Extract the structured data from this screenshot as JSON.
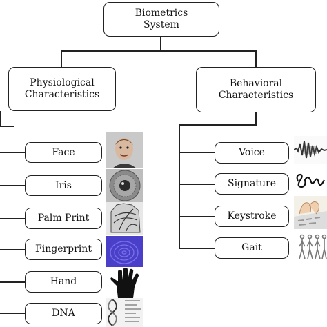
{
  "root": {
    "line1": "Biometrics",
    "line2": "System"
  },
  "physiological": {
    "line1": "Physiological",
    "line2": "Characteristics",
    "items": [
      "Face",
      "Iris",
      "Palm Print",
      "Fingerprint",
      "Hand",
      "DNA"
    ]
  },
  "behavioral": {
    "line1": "Behavioral",
    "line2": "Characteristics",
    "items": [
      "Voice",
      "Signature",
      "Keystroke",
      "Gait"
    ]
  },
  "images": {
    "physiological": [
      "face-photo",
      "iris-image",
      "palm-print-image",
      "fingerprint-image",
      "hand-icon",
      "dna-image"
    ],
    "behavioral": [
      "voice-waveform",
      "signature-image",
      "keystroke-image",
      "gait-image"
    ]
  }
}
